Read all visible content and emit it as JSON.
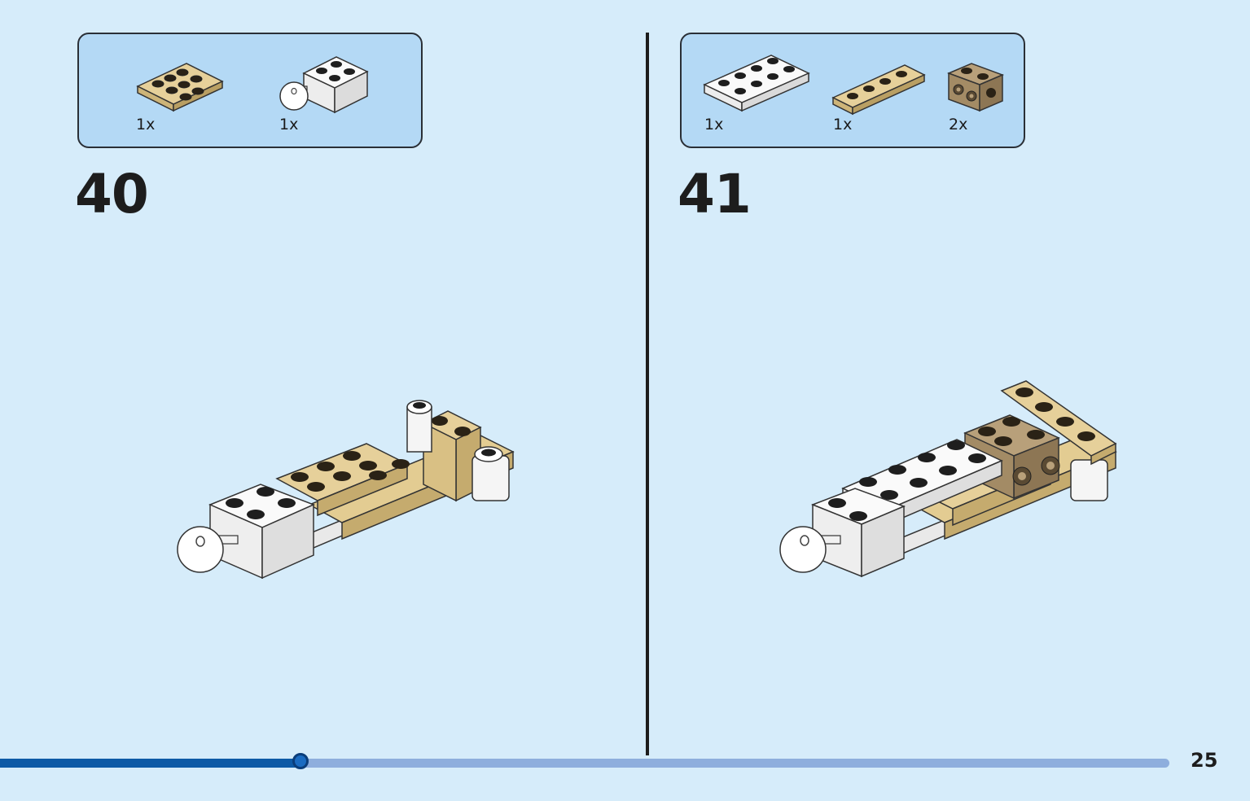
{
  "steps": [
    {
      "number": "40",
      "parts": [
        {
          "icon": "tan-plate-2x4-icon",
          "qty": "1x"
        },
        {
          "icon": "white-brick-with-ball-joint-icon",
          "qty": "1x"
        }
      ]
    },
    {
      "number": "41",
      "parts": [
        {
          "icon": "white-plate-2x4-icon",
          "qty": "1x"
        },
        {
          "icon": "tan-plate-1x4-icon",
          "qty": "1x"
        },
        {
          "icon": "dark-tan-brick-with-studs-icon",
          "qty": "2x"
        }
      ]
    }
  ],
  "page_number": "25",
  "progress": {
    "fraction": 0.257
  },
  "colors": {
    "background": "#d6ecfa",
    "parts_box": "#b4d9f5",
    "tan": "#dcc48a",
    "dark_tan": "#9c8563",
    "stud": "#1e1e1e",
    "progress_fill": "#0d5aa6",
    "progress_track": "#8eaedd"
  }
}
